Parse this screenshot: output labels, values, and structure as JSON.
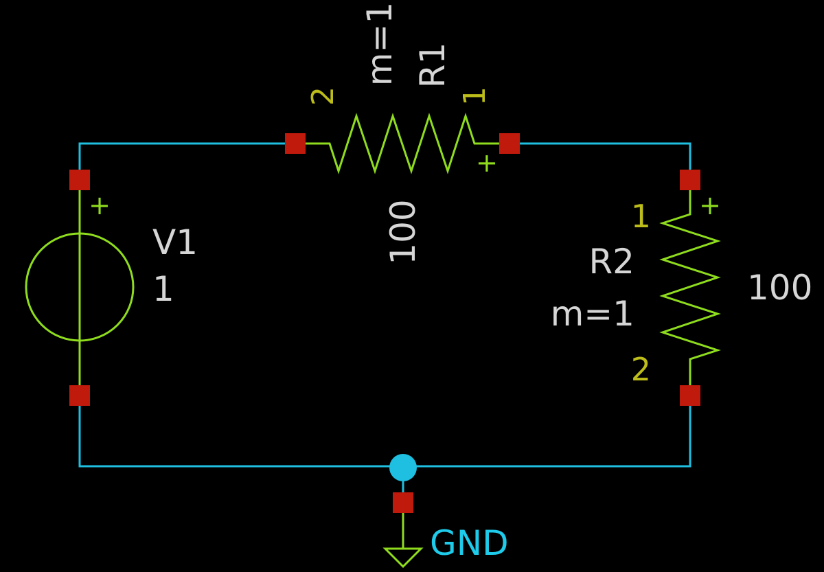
{
  "colors": {
    "background": "#000000",
    "wire": "#1ebfe0",
    "component": "#8fdc1e",
    "pin": "#c01a0c",
    "pin_number": "#bcbc1a",
    "label": "#d6d6d6",
    "net": "#1ecbea"
  },
  "components": {
    "r1": {
      "ref": "R1",
      "value": "100",
      "param": "m=1",
      "pin1": "1",
      "pin2": "2",
      "plus": "+"
    },
    "r2": {
      "ref": "R2",
      "value": "100",
      "param": "m=1",
      "pin1": "1",
      "pin2": "2",
      "plus": "+"
    },
    "v1": {
      "ref": "V1",
      "value": "1",
      "plus": "+"
    },
    "gnd": {
      "label": "GND"
    }
  }
}
